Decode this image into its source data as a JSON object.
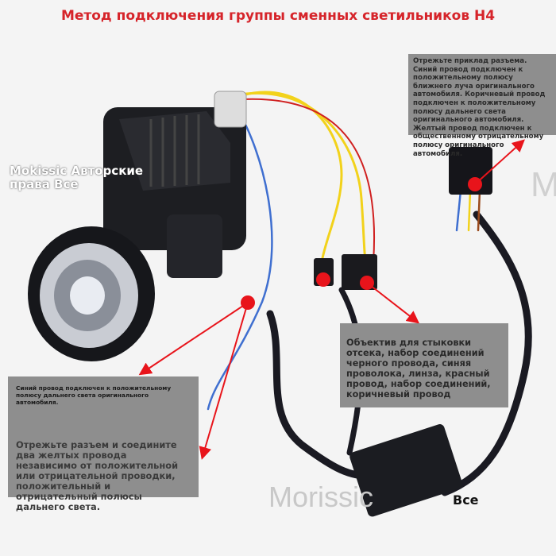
{
  "title": "Метод подключения группы сменных светильников H4",
  "annotations": {
    "top_right": "Отрежьте приклад разъема. Синий провод подключен к положительному полюсу ближнего луча оригинального автомобиля. Коричневый провод подключен к положительному полюсу дальнего света оригинального автомобиля. Желтый провод подключен к общественному отрицательному полюсу оригинального автомобиля.",
    "middle_right": "Объектив для стыковки отсека, набор соединений черного провода, синяя проволока, линза, красный провод, набор соединений, коричневый провод",
    "bottom_left_small": "Синий провод подключен к положительному полюсу дальнего света оригинального автомобиля.",
    "bottom_left_big": "Отрежьте разъем и соедините два желтых провода независимо от положительной или отрицательной проводки, положительный и отрицательный полюсы дальнего света."
  },
  "watermarks": {
    "left": "Mokissic Авторские права Все",
    "bottom": "Morissic",
    "bottom_right": "Все",
    "right_edge": "M"
  },
  "colors": {
    "title": "#d6242a",
    "marker": "#e8141b",
    "box": "#8e8e8e",
    "wire_yellow": "#f2d21b",
    "wire_blue": "#3f6fd0",
    "wire_brown": "#9a4a1c"
  }
}
